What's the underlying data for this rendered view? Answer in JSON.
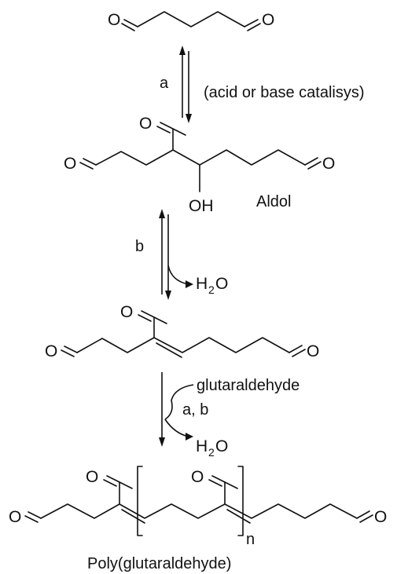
{
  "atoms": {
    "oxygen": "O",
    "hydroxyl": "OH",
    "water_H": "H",
    "water_2": "2",
    "water_O": "O"
  },
  "labels": {
    "step_a": "a",
    "catalysis_note": "(acid or base catalisys)",
    "aldol": "Aldol",
    "step_b": "b",
    "reagent": "glutaraldehyde",
    "step_ab": "a, b",
    "repeat_n": "n",
    "product": "Poly(glutaraldehyde)"
  },
  "colors": {
    "ink": "#111111",
    "background": "#ffffff"
  }
}
